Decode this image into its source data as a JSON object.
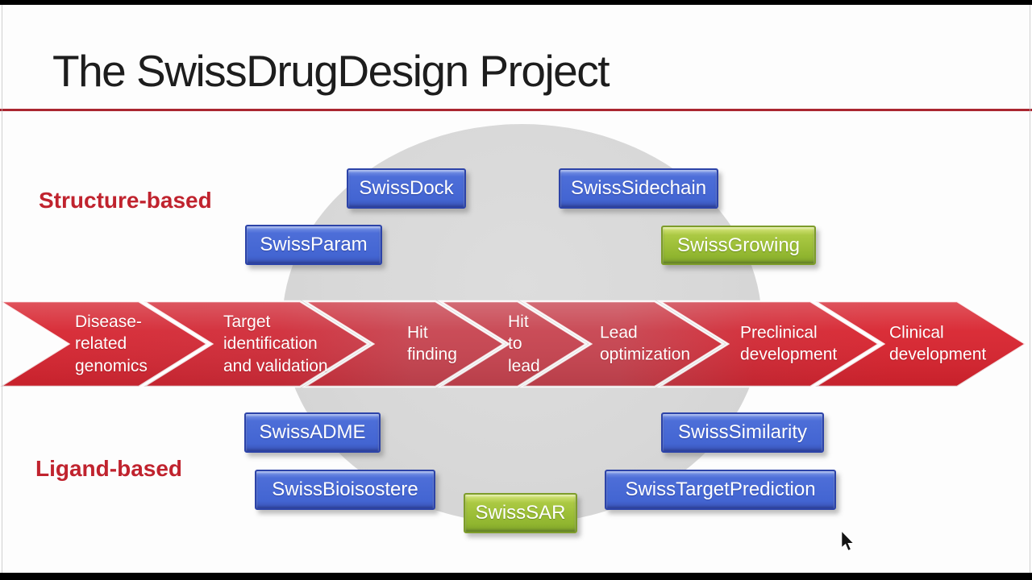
{
  "slide": {
    "title": "The SwissDrugDesign Project",
    "sections": {
      "structure_based": "Structure-based",
      "ligand_based": "Ligand-based"
    },
    "pipeline": {
      "stages": [
        {
          "label": "Disease-\nrelated\ngenomics"
        },
        {
          "label": "Target\nidentification\nand validation"
        },
        {
          "label": "Hit\nfinding"
        },
        {
          "label": "Hit\nto\nlead"
        },
        {
          "label": "Lead\noptimization"
        },
        {
          "label": "Preclinical\ndevelopment"
        },
        {
          "label": "Clinical\ndevelopment"
        }
      ]
    },
    "tools": [
      {
        "name": "SwissDock",
        "category": "structure-based",
        "style": "blue"
      },
      {
        "name": "SwissSidechain",
        "category": "structure-based",
        "style": "blue"
      },
      {
        "name": "SwissParam",
        "category": "structure-based",
        "style": "blue"
      },
      {
        "name": "SwissGrowing",
        "category": "structure-based",
        "style": "green"
      },
      {
        "name": "SwissADME",
        "category": "ligand-based",
        "style": "blue"
      },
      {
        "name": "SwissSimilarity",
        "category": "ligand-based",
        "style": "blue"
      },
      {
        "name": "SwissBioisostere",
        "category": "ligand-based",
        "style": "blue"
      },
      {
        "name": "SwissTargetPrediction",
        "category": "ligand-based",
        "style": "blue"
      },
      {
        "name": "SwissSAR",
        "category": "ligand-based",
        "style": "green"
      }
    ],
    "colors": {
      "arrow_red": "#d8232e",
      "arrow_red_muted": "#c7434f",
      "title_rule_red": "#aa2630",
      "section_label_red": "#c0232e",
      "tool_blue": "#4a6bd4",
      "tool_green": "#8fb42e",
      "ellipse_gray": "#d8d8d8",
      "text_dark": "#1d1d1d"
    }
  }
}
